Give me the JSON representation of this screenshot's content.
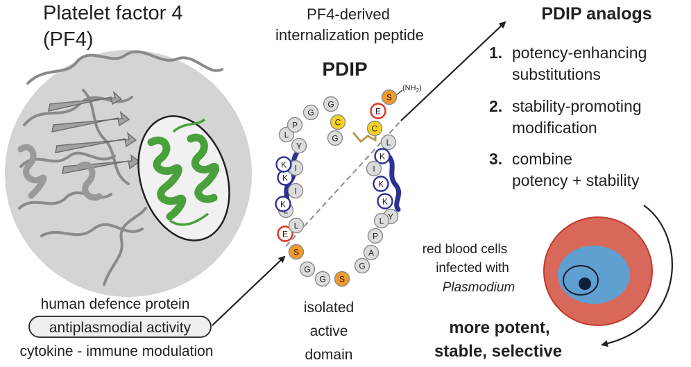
{
  "pf4": {
    "title_line1": "Platelet factor 4",
    "title_line2": "(PF4)",
    "desc_line1": "human defence protein",
    "desc_line2": "antiplasmodial activity",
    "desc_line3": "cytokine - immune modulation"
  },
  "pdip": {
    "heading_line1": "PF4-derived",
    "heading_line2": "internalization peptide",
    "name": "PDIP",
    "amide_label": "(NH",
    "amide_subscript": "2",
    "amide_close": ")",
    "footer_line1": "isolated",
    "footer_line2": "active",
    "footer_line3": "domain",
    "residues": [
      {
        "letter": "S",
        "type": "serine"
      },
      {
        "letter": "E",
        "type": "acidic"
      },
      {
        "letter": "C",
        "type": "cysteine"
      },
      {
        "letter": "L",
        "type": "neutral"
      },
      {
        "letter": "K",
        "type": "basic"
      },
      {
        "letter": "I",
        "type": "neutral"
      },
      {
        "letter": "K",
        "type": "basic"
      },
      {
        "letter": "K",
        "type": "basic"
      },
      {
        "letter": "Y",
        "type": "neutral"
      },
      {
        "letter": "L",
        "type": "neutral"
      },
      {
        "letter": "P",
        "type": "neutral"
      },
      {
        "letter": "A",
        "type": "neutral"
      },
      {
        "letter": "G",
        "type": "neutral"
      },
      {
        "letter": "S",
        "type": "serine"
      },
      {
        "letter": "G",
        "type": "neutral"
      },
      {
        "letter": "G",
        "type": "neutral"
      },
      {
        "letter": "S",
        "type": "serine"
      },
      {
        "letter": "E",
        "type": "acidic"
      },
      {
        "letter": "L",
        "type": "neutral"
      },
      {
        "letter": "L",
        "type": "neutral"
      },
      {
        "letter": "K",
        "type": "basic"
      },
      {
        "letter": "I",
        "type": "neutral"
      },
      {
        "letter": "K",
        "type": "basic"
      },
      {
        "letter": "I",
        "type": "neutral"
      },
      {
        "letter": "K",
        "type": "basic"
      },
      {
        "letter": "Y",
        "type": "neutral"
      },
      {
        "letter": "L",
        "type": "neutral"
      },
      {
        "letter": "P",
        "type": "neutral"
      },
      {
        "letter": "G",
        "type": "neutral"
      },
      {
        "letter": "G",
        "type": "neutral"
      },
      {
        "letter": "C",
        "type": "cysteine"
      },
      {
        "letter": "G",
        "type": "neutral"
      }
    ]
  },
  "analogs": {
    "title": "PDIP analogs",
    "items": [
      {
        "number": "1.",
        "line1": "potency-enhancing",
        "line2": "substitutions"
      },
      {
        "number": "2.",
        "line1": "stability-promoting",
        "line2": "modification"
      },
      {
        "number": "3.",
        "line1": "combine",
        "line2": "potency + stability"
      }
    ]
  },
  "rbc": {
    "label_line1": "red blood cells",
    "label_line2": "infected with",
    "label_line3": "Plasmodium",
    "outcome_line1": "more potent,",
    "outcome_line2": "stable, selective"
  },
  "colors": {
    "basic": "#2e3192",
    "acidic": "#e0311f",
    "cysteine": "#f6d320",
    "serine": "#f39a2b",
    "neutral": "#d9d9d9",
    "cell_outer": "#d8685a",
    "cell_inner": "#5fa0d0",
    "helix_green": "#4aa03c",
    "protein_grey": "#8a8a8a"
  }
}
